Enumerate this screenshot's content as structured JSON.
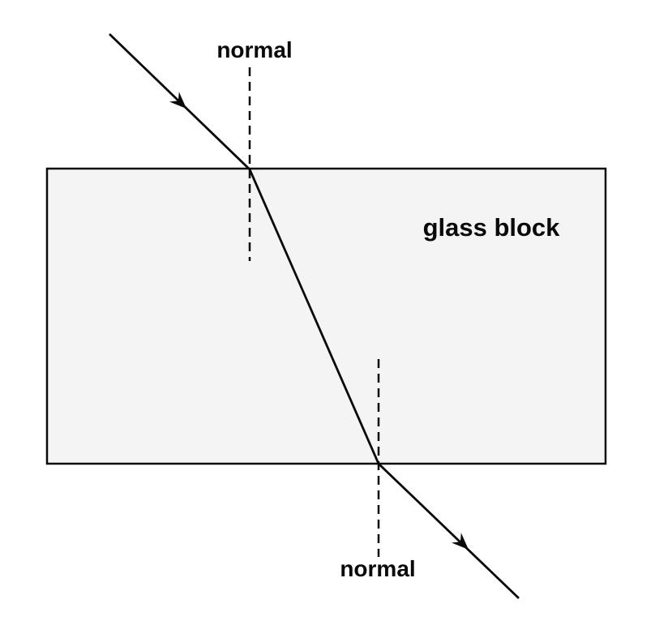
{
  "diagram": {
    "kind": "light-refraction-through-glass-block",
    "labels": {
      "top_normal": "normal",
      "bottom_normal": "normal",
      "glass_block": "glass block"
    },
    "colors": {
      "background": "#ffffff",
      "line": "#0a0a0a",
      "glass_fill": "#f4f4f4",
      "glass_border": "#0a0a0a",
      "text": "#0a0a0a"
    }
  }
}
